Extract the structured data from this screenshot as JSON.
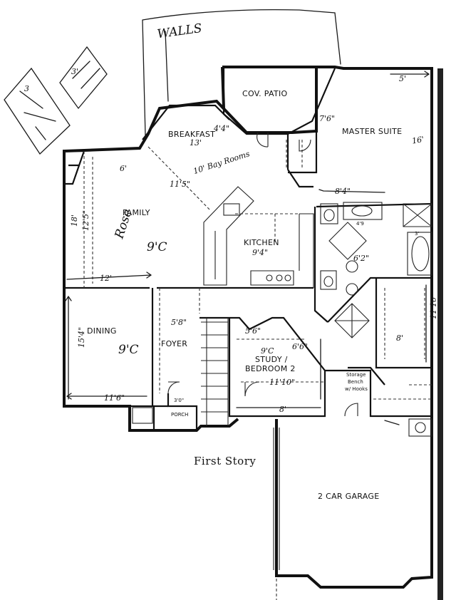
{
  "plan": {
    "title": "First Story",
    "rooms": {
      "patio": "COV. PATIO",
      "master": "MASTER SUITE",
      "breakfast": "BREAKFAST",
      "family": "FAMILY",
      "kitchen": "KITCHEN",
      "dining": "DINING",
      "foyer": "FOYER",
      "study_line1": "STUDY /",
      "study_line2": "BEDROOM 2",
      "porch": "PORCH",
      "garage": "2 CAR GARAGE",
      "storage_line1": "Storage",
      "storage_line2": "Bench",
      "storage_line3": "w/ Hooks"
    },
    "annotations": {
      "wall": "WALLS",
      "master_w": "5'",
      "master_a": "7'6\"",
      "master_b": "16'",
      "master_c": "8'4\"",
      "breakfast_a": "4'4\"",
      "breakfast_b": "13'",
      "breakfast_c": "10' Bay Rooms",
      "diag": "11'5\"",
      "family_a": "6'",
      "family_b": "Rose",
      "family_c": "9'C",
      "family_d": "12'",
      "family_e": "18'",
      "family_f": "12'5\"",
      "kitchen_a": "9'4\"",
      "bath_a": "4'9",
      "bath_b": "6'2\"",
      "closet_a": "8'",
      "closet_b": "11'10\"",
      "dining_a": "9'C",
      "dining_b": "15'4\"",
      "dining_c": "11'6\"",
      "foyer_a": "5'8\"",
      "study_a": "9'C",
      "study_b": "6'6\"",
      "study_c": "11'10\"",
      "study_d": "8'",
      "study_e": "5'6\"",
      "porch_a": "3'0\"",
      "shower": "3'",
      "sketch_a": "3",
      "sketch_b": "3'"
    }
  }
}
